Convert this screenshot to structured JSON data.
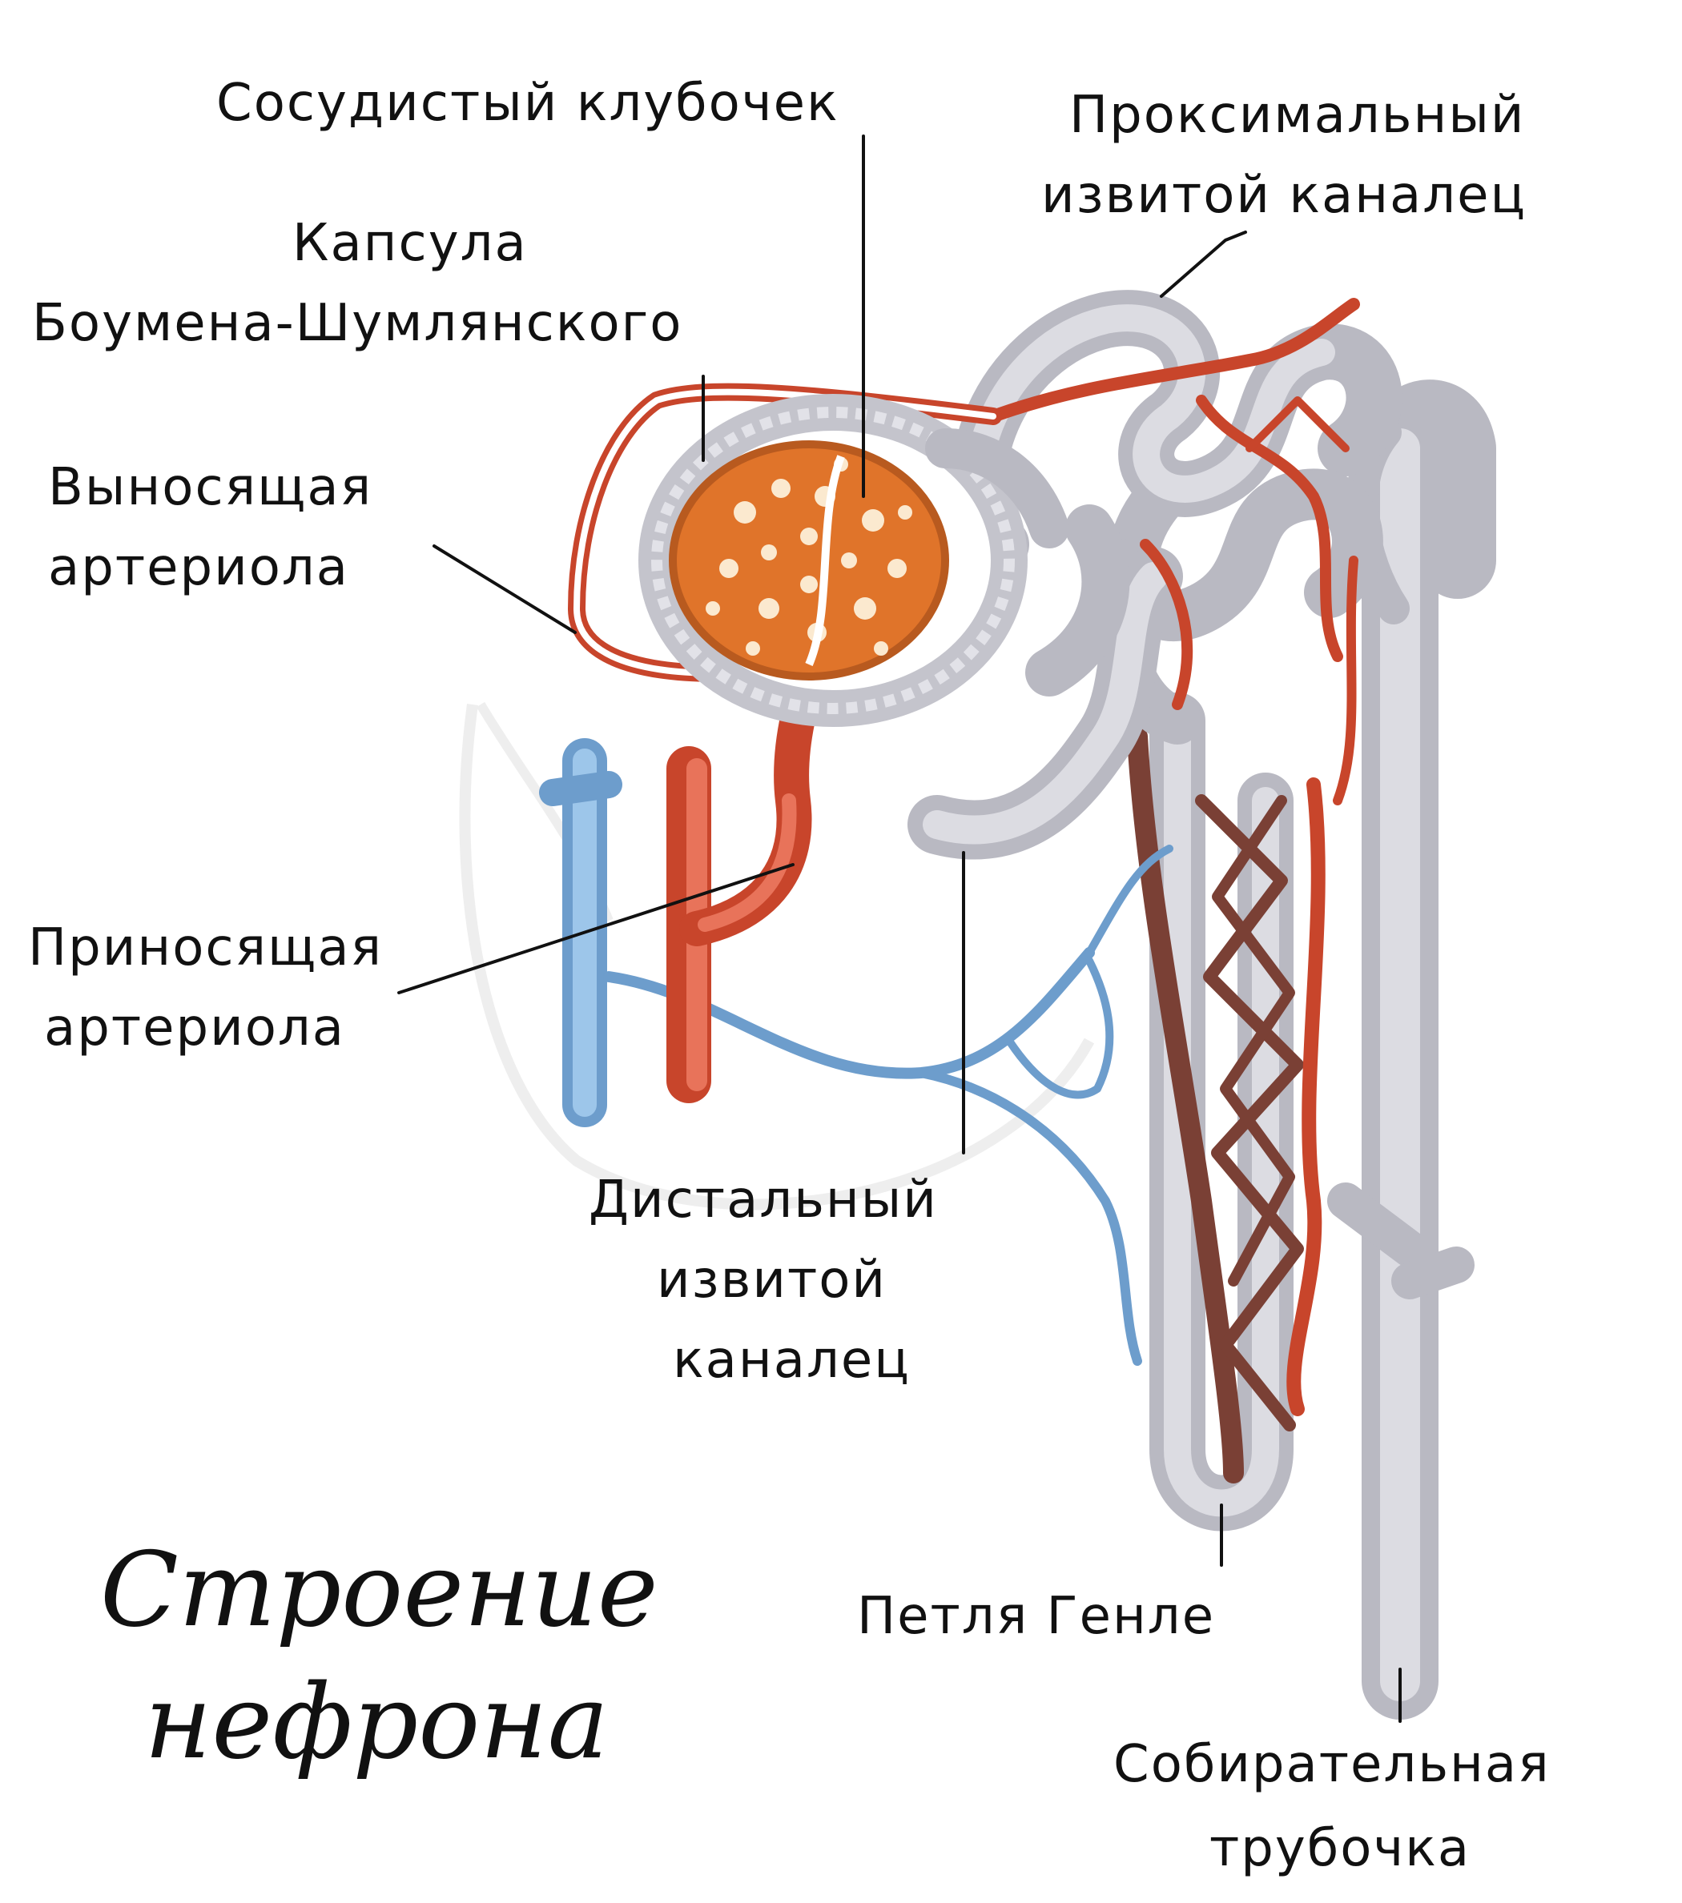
{
  "diagram": {
    "title_line1": "Строение",
    "title_line2": "нефрона",
    "labels": {
      "glomerulus": "Сосудистый клубочек",
      "proximal_line1": "Проксимальный",
      "proximal_line2": "извитой каналец",
      "capsule_line1": "Капсула",
      "capsule_line2": "Боумена-Шумлянского",
      "efferent_line1": "Выносящая",
      "efferent_line2": "артериола",
      "afferent_line1": "Приносящая",
      "afferent_line2": "артериола",
      "distal_line1": "Дистальный",
      "distal_line2": "извитой",
      "distal_line3": "каналец",
      "henle": "Петля Генле",
      "collecting_line1": "Собирательная",
      "collecting_line2": "трубочка"
    },
    "colors": {
      "artery": "#c8452b",
      "glomerulus": "#e0742a",
      "vein": "#6d9dcc",
      "tubule": "#c4c4cc",
      "capillary_mesh": "#7a4035"
    }
  }
}
